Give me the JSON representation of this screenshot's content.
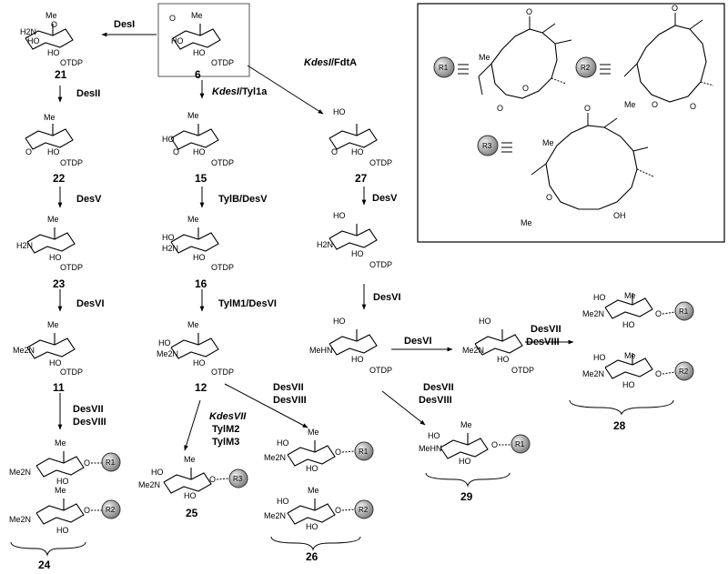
{
  "labels": {
    "c21": "21",
    "c6": "6",
    "c15": "15",
    "c27": "27",
    "c22": "22",
    "c23": "23",
    "c16": "16",
    "c11": "11",
    "c12": "12",
    "c24": "24",
    "c25": "25",
    "c26": "26",
    "c29": "29",
    "c28": "28"
  },
  "enzymes": {
    "desI": "DesI",
    "desII": "DesII",
    "desV_a": "DesV",
    "desV_b": "DesV",
    "desVI_a": "DesVI",
    "desVI_b": "DesVI",
    "desVI_c": "DesVI",
    "kdesI_tyl1a": {
      "italic": "KdesI",
      "rest": "/Tyl1a"
    },
    "kdesI_fdtA": {
      "italic": "KdesI",
      "rest": "/FdtA"
    },
    "tylB_desV": "TylB/DesV",
    "tylM1_desVI": "TylM1/DesVI",
    "desVII_a": "DesVII",
    "desVIII_a": "DesVIII",
    "desVII_b": "DesVII",
    "desVIII_b": "DesVIII",
    "desVII_c": "DesVII",
    "desVIII_c": "DesVIII",
    "desVII_d": "DesVII",
    "desVIII_d": "DesVIII",
    "kdesVII": "KdesVII",
    "tylM2": "TylM2",
    "tylM3": "TylM3"
  },
  "atoms": {
    "me": "Me",
    "otdp": "OTDP",
    "ho": "HO",
    "h2n": "H2N",
    "me2n": "Me2N",
    "mehn": "MeHN",
    "o": "O",
    "oh": "OH",
    "r1": "R1",
    "r2": "R2",
    "r3": "R3"
  },
  "colors": {
    "ink": "#000000",
    "box_border": "#555555",
    "bead_light": "#e6e6e6",
    "bead_dark": "#808080"
  }
}
